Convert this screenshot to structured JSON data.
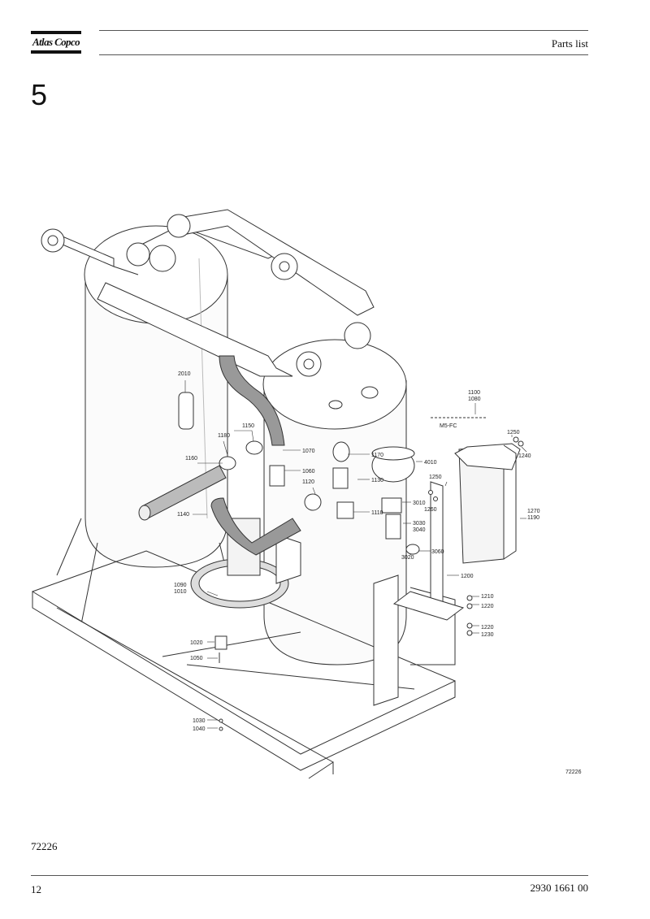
{
  "header": {
    "brand": "Atlas Copco",
    "title": "Parts list"
  },
  "section": {
    "number": "5"
  },
  "figure": {
    "drawing_id": "72226",
    "labels": {
      "l2010": "2010",
      "l1150": "1150",
      "l1180": "1180",
      "l1160": "1160",
      "l1070": "1070",
      "l1060": "1060",
      "l1170": "1170",
      "l1130": "1130",
      "l1120": "1120",
      "l1110": "1110",
      "l1140": "1140",
      "l4010": "4010",
      "l3010": "3010",
      "l3030": "3030",
      "l3040": "3040",
      "l3020": "3020",
      "l3060": "3060",
      "l1100": "1100",
      "l1080": "1080",
      "m5fc": "M5-FC",
      "l1250a": "1250",
      "l1240": "1240",
      "l1250b": "1250",
      "l1260": "1260",
      "l1270": "1270",
      "l1190": "1190",
      "l1200": "1200",
      "l1210": "1210",
      "l1220a": "1220",
      "l1220b": "1220",
      "l1230": "1230",
      "l1090": "1090",
      "l1010": "1010",
      "l1020": "1020",
      "l1050": "1050",
      "l1030": "1030",
      "l1040": "1040"
    }
  },
  "caption": "72226",
  "footer": {
    "page": "12",
    "doc_number": "2930 1661 00"
  }
}
